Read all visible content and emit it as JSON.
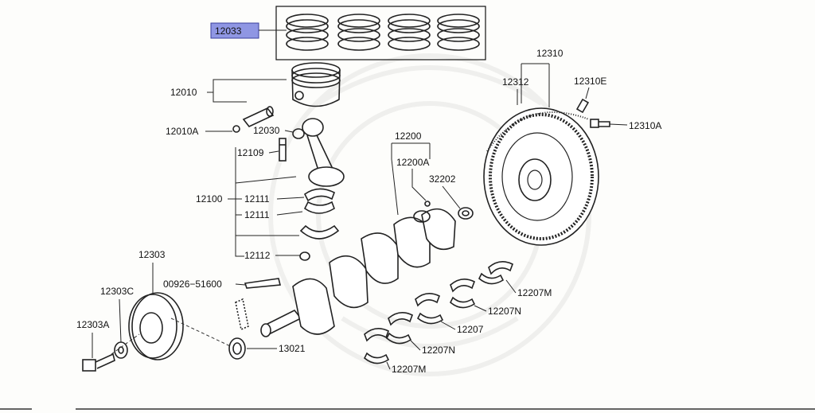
{
  "diagram": {
    "highlighted_part": "12033",
    "labels": {
      "p12033": "12033",
      "p12010": "12010",
      "p12010A": "12010A",
      "p12030": "12030",
      "p12109": "12109",
      "p12100": "12100",
      "p12111a": "12111",
      "p12111b": "12111",
      "p12112": "12112",
      "p12200": "12200",
      "p12200A": "12200A",
      "p32202": "32202",
      "p12310": "12310",
      "p12312": "12312",
      "p12310E": "12310E",
      "p12310A": "12310A",
      "p12303": "12303",
      "p12303C": "12303C",
      "p12303A": "12303A",
      "p00926": "00926−51600",
      "p13021": "13021",
      "p12207M_top": "12207M",
      "p12207N_top": "12207N",
      "p12207": "12207",
      "p12207N_bot": "12207N",
      "p12207M_bot": "12207M"
    },
    "colors": {
      "highlight_fill": "#8f96e3",
      "line": "#222222",
      "background": "#fdfdfb"
    }
  }
}
